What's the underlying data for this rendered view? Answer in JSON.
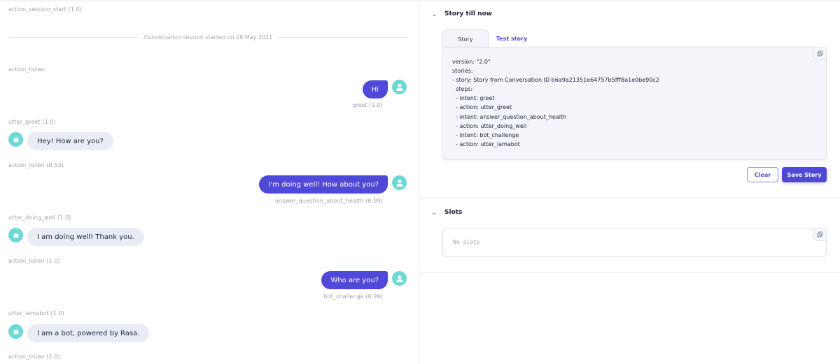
{
  "conversation": {
    "session_start_label": "action_session_start (1.0)",
    "session_divider": "Conversation session started on 28 May 2021",
    "events": [
      {
        "type": "action",
        "label": "action_listen"
      },
      {
        "type": "user",
        "text": "Hi",
        "intent": "greet (1.0)"
      },
      {
        "type": "action",
        "label": "utter_greet (1.0)"
      },
      {
        "type": "bot",
        "text": "Hey! How are you?"
      },
      {
        "type": "action",
        "label": "action_listen (0.53)"
      },
      {
        "type": "user",
        "text": "I'm doing well! How about you?",
        "intent": "answer_question_about_health (0.99)"
      },
      {
        "type": "action",
        "label": "utter_doing_well (1.0)"
      },
      {
        "type": "bot",
        "text": "I am doing well! Thank you."
      },
      {
        "type": "action",
        "label": "action_listen (1.0)"
      },
      {
        "type": "user",
        "text": "Who are you?",
        "intent": "bot_challenge (0.99)"
      },
      {
        "type": "action",
        "label": "utter_iamabot (1.0)"
      },
      {
        "type": "bot",
        "text": "I am a bot, powered by Rasa."
      },
      {
        "type": "action",
        "label": "action_listen (1.0)"
      }
    ],
    "user_avatar_icon": "user-icon",
    "bot_avatar_icon": "robot-icon"
  },
  "story_panel": {
    "title": "Story till now",
    "tabs": [
      {
        "label": "Story",
        "active": true
      },
      {
        "label": "Test story",
        "active": false
      }
    ],
    "story_lines": [
      "version: \"2.0\"",
      "stories:",
      "- story: Story from Conversation ID b6a9a21351e64757b5fff8a1e0be90c2",
      "  steps:",
      "  - intent: greet",
      "  - action: utter_greet",
      "  - intent: answer_question_about_health",
      "  - action: utter_doing_well",
      "  - intent: bot_challenge",
      "  - action: utter_iamabot"
    ],
    "copy_icon": "copy-icon",
    "clear_label": "Clear",
    "save_label": "Save Story"
  },
  "slots_panel": {
    "title": "Slots",
    "empty_text": "No slots",
    "copy_icon": "copy-icon"
  },
  "colors": {
    "accent": "#5048d8",
    "avatar": "#6cd9d4",
    "bot_bubble": "#eaecf5",
    "meta_text": "#9ea2b3"
  }
}
